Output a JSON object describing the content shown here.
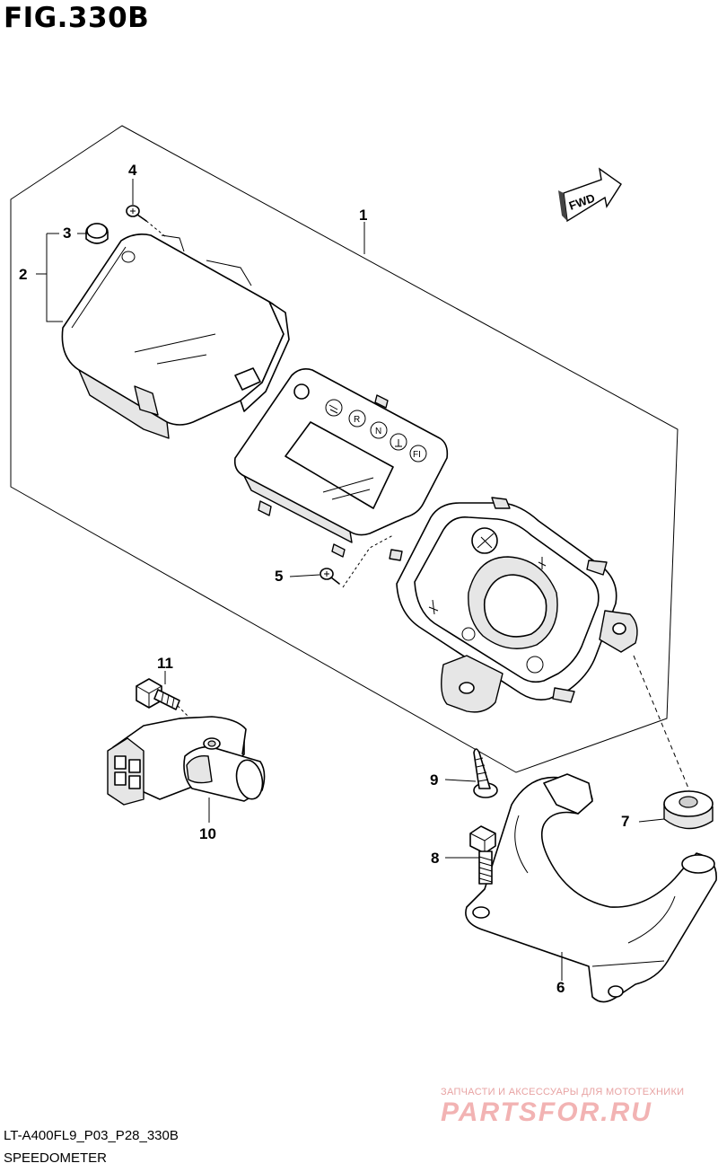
{
  "figure": {
    "title": "FIG.330B",
    "model_code": "LT-A400FL9_P03_P28_330B",
    "section_name": "SPEEDOMETER"
  },
  "direction_arrow": {
    "label": "FWD"
  },
  "meter_indicators": [
    "R",
    "N",
    "FI"
  ],
  "callouts": [
    {
      "number": "1",
      "part": "meter-assembly"
    },
    {
      "number": "2",
      "part": "meter-case-lens"
    },
    {
      "number": "3",
      "part": "button-cap"
    },
    {
      "number": "4",
      "part": "screw"
    },
    {
      "number": "5",
      "part": "screw"
    },
    {
      "number": "6",
      "part": "meter-bracket"
    },
    {
      "number": "7",
      "part": "grommet"
    },
    {
      "number": "8",
      "part": "bolt"
    },
    {
      "number": "9",
      "part": "tapping-screw"
    },
    {
      "number": "10",
      "part": "speed-sensor"
    },
    {
      "number": "11",
      "part": "sensor-bolt"
    }
  ],
  "watermark": {
    "line1": "ЗАПЧАСТИ И АКСЕССУАРЫ ДЛЯ МОТОТЕХНИКИ",
    "line2": "PARTSFOR.RU"
  }
}
